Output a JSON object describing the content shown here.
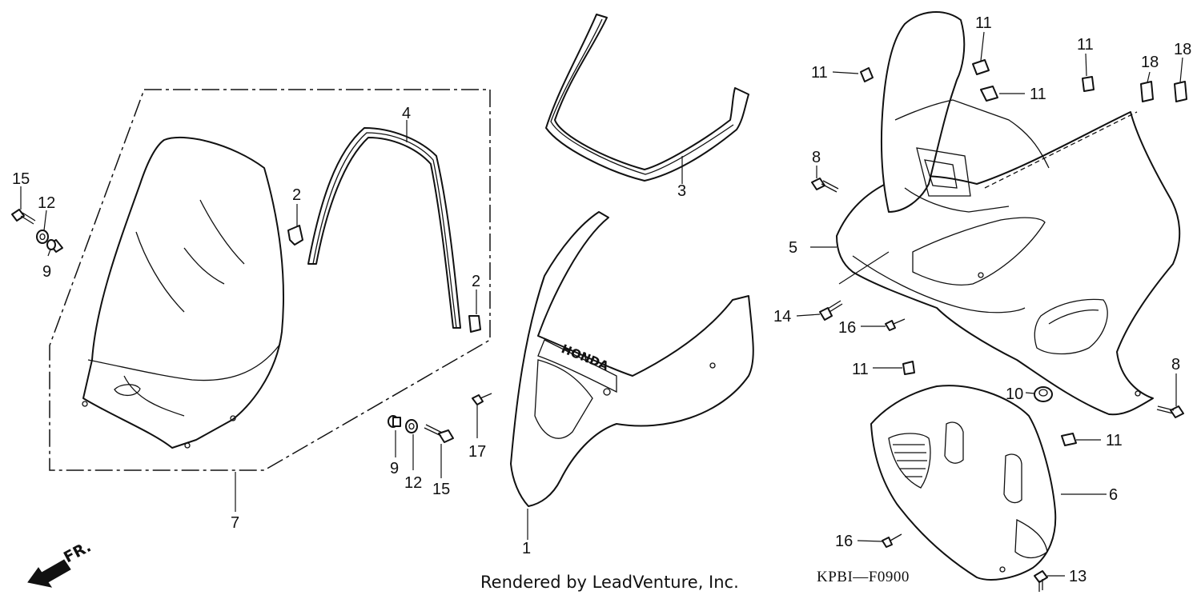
{
  "callouts": {
    "c1": "1",
    "c2a": "2",
    "c2b": "2",
    "c3": "3",
    "c4": "4",
    "c5": "5",
    "c6": "6",
    "c7": "7",
    "c8a": "8",
    "c8b": "8",
    "c9a": "9",
    "c9b": "9",
    "c10": "10",
    "c11a": "11",
    "c11b": "11",
    "c11c": "11",
    "c11d": "11",
    "c11e": "11",
    "c11f": "11",
    "c12a": "12",
    "c12b": "12",
    "c13": "13",
    "c14": "14",
    "c15a": "15",
    "c15b": "15",
    "c16a": "16",
    "c16b": "16",
    "c17": "17",
    "c18a": "18",
    "c18b": "18"
  },
  "direction_label": "FR.",
  "footer": {
    "credit": "Rendered by LeadVenture, Inc.",
    "diagram_code": "KPBI—F0900"
  }
}
